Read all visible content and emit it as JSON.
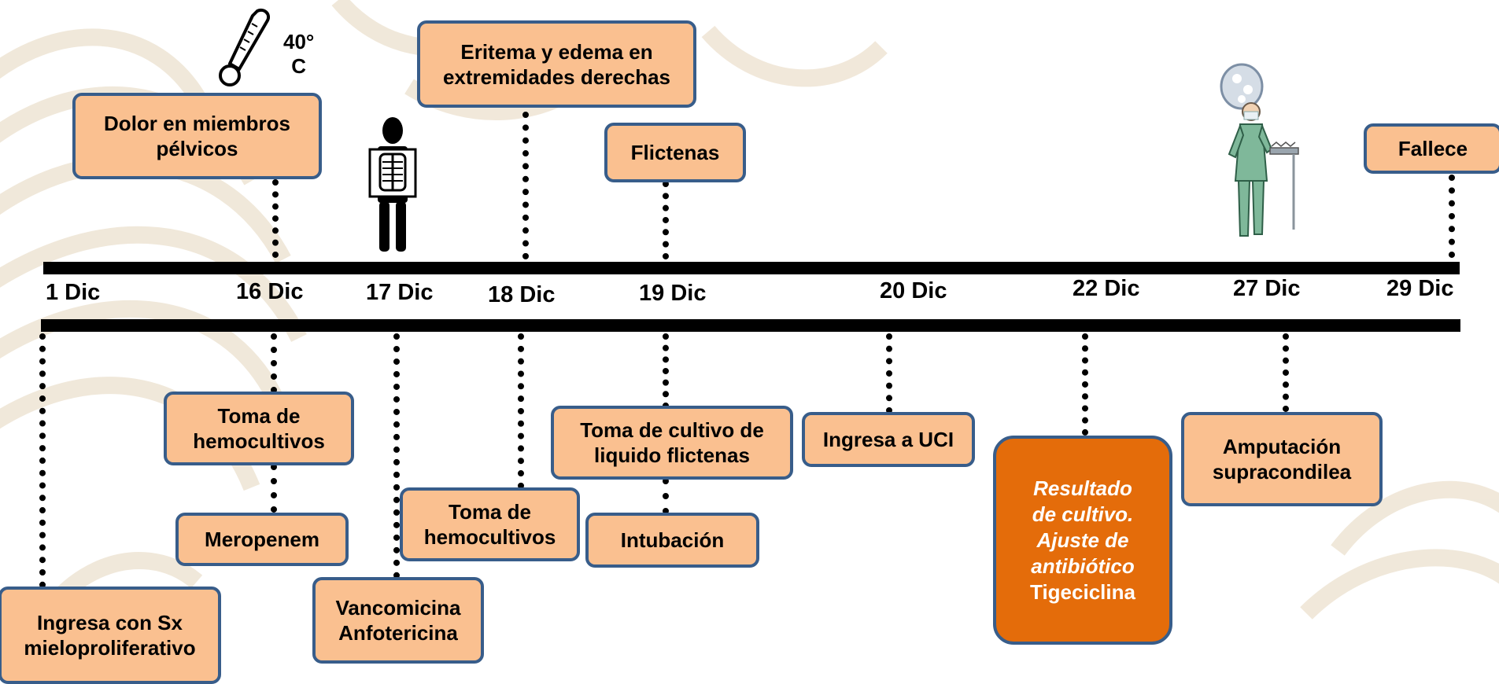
{
  "dates": [
    "1 Dic",
    "16 Dic",
    "17 Dic",
    "18 Dic",
    "19 Dic",
    "20 Dic",
    "22 Dic",
    "27 Dic",
    "29 Dic"
  ],
  "temperature": {
    "line1": "40°",
    "line2": "C"
  },
  "events_above": {
    "dolor": "Dolor en miembros pélvicos",
    "eritema": "Eritema y edema en extremidades derechas",
    "flictenas": "Flictenas",
    "fallece": "Fallece"
  },
  "events_below": {
    "ingresa_sx": "Ingresa con Sx mieloproliferativo",
    "toma_hemo_1": "Toma de hemocultivos",
    "meropenem": "Meropenem",
    "vanco_line1": "Vancomicina",
    "vanco_line2": "Anfotericina",
    "toma_hemo_2": "Toma de hemocultivos",
    "toma_cultivo": "Toma de cultivo de liquido flictenas",
    "intubacion": "Intubación",
    "ingresa_uci": "Ingresa a UCI",
    "resultado_italic": "Resultado de cultivo. Ajuste de antibiótico",
    "resultado_drug": "Tigeciclina",
    "amputacion": "Amputación supracondilea"
  },
  "icons": [
    "thermometer-icon",
    "xray-person-icon",
    "surgeon-icon"
  ],
  "colors": {
    "box_fill": "#fac090",
    "box_border": "#385d8a",
    "highlight_fill": "#e46c0a",
    "timeline": "#000000"
  }
}
